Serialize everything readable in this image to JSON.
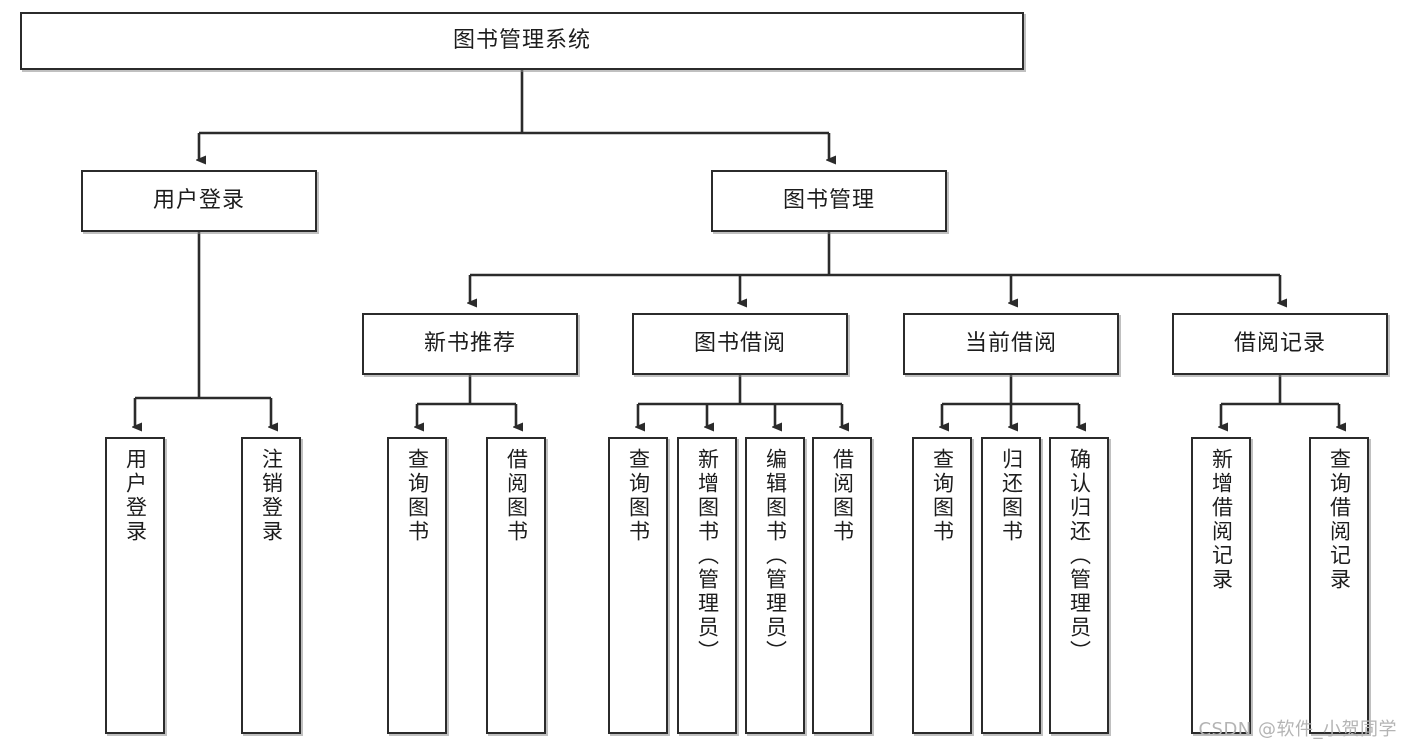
{
  "diagram": {
    "title": "图书管理系统",
    "watermark": "CSDN @软件_小贺同学",
    "theme": {
      "line_color": "#2b2b2b",
      "box_fill": "#ffffff",
      "text_color": "#1d1d1d",
      "watermark_color": "#b4b4b4"
    },
    "nodes": {
      "root": "图书管理系统",
      "user_login": "用户登录",
      "book_manage": "图书管理",
      "new_book_rec": "新书推荐",
      "book_borrow": "图书借阅",
      "current_borrow": "当前借阅",
      "borrow_record": "借阅记录",
      "leaf_user_login": "用户登录",
      "leaf_logout": "注销登录",
      "leaf_query_book_a": "查询图书",
      "leaf_borrow_book_a": "借阅图书",
      "leaf_query_book_b": "查询图书",
      "leaf_add_book": "新增图书（管理员）",
      "leaf_edit_book": "编辑图书（管理员）",
      "leaf_borrow_book_b": "借阅图书",
      "leaf_query_book_c": "查询图书",
      "leaf_return_book": "归还图书",
      "leaf_confirm_return": "确认归还（管理员）",
      "leaf_add_record": "新增借阅记录",
      "leaf_query_record": "查询借阅记录"
    }
  }
}
